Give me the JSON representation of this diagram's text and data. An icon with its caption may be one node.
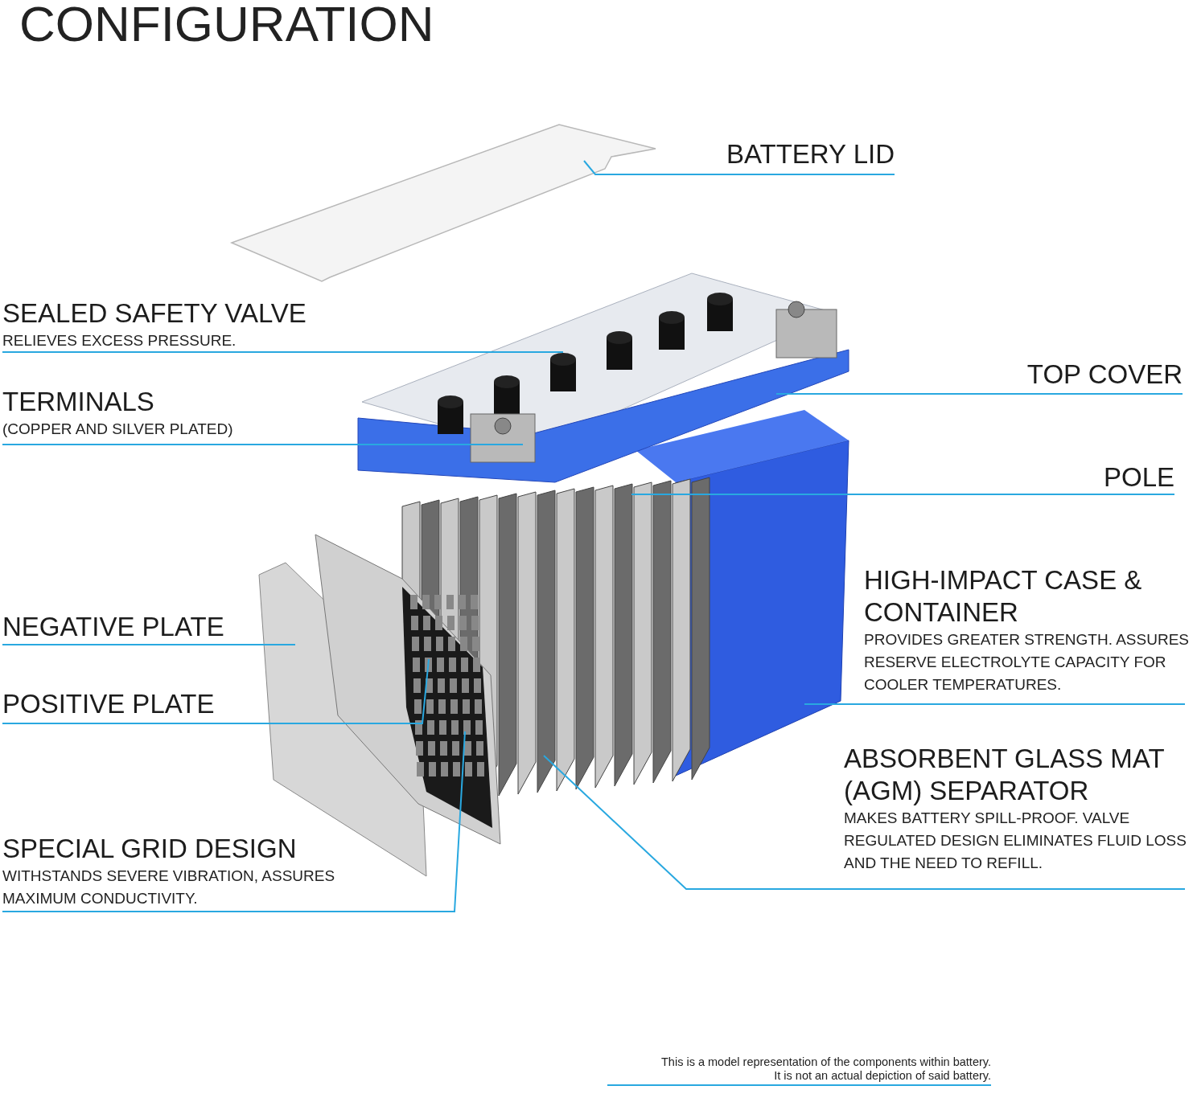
{
  "diagram": {
    "title": "CONFIGURATION",
    "nodes": [
      {
        "text": [
          "BATTERY LID"
        ]
      },
      {
        "text": [
          "SEALED SAFETY VALVE",
          "RELIEVES EXCESS PRESSURE."
        ]
      },
      {
        "text": [
          "TOP COVER"
        ]
      },
      {
        "text": [
          "TERMINALS",
          "(COPPER AND SILVER PLATED)"
        ]
      },
      {
        "text": [
          "POLE"
        ]
      },
      {
        "text": [
          "HIGH-IMPACT CASE & CONTAINER",
          "PROVIDES GREATER STRENGTH. ASSURES RESERVE ELECTROLYTE CAPACITY FOR COOLER TEMPERATURES."
        ]
      },
      {
        "text": [
          "NEGATIVE PLATE"
        ]
      },
      {
        "text": [
          "POSITIVE PLATE"
        ]
      },
      {
        "text": [
          "ABSORBENT GLASS MAT (AGM) SEPARATOR",
          "MAKES BATTERY SPILL-PROOF. VALVE REGULATED DESIGN ELIMINATES FLUID LOSS AND THE NEED TO REFILL."
        ]
      },
      {
        "text": [
          "SPECIAL GRID DESIGN",
          "WITHSTANDS SEVERE VIBRATION, ASSURES MAXIMUM CONDUCTIVITY."
        ]
      }
    ],
    "edges": [
      {
        "from": 0,
        "to": null,
        "arrow": "none"
      },
      {
        "from": 1,
        "to": null,
        "arrow": "none"
      },
      {
        "from": 2,
        "to": null,
        "arrow": "none"
      },
      {
        "from": 3,
        "to": null,
        "arrow": "none"
      },
      {
        "from": 4,
        "to": null,
        "arrow": "none"
      },
      {
        "from": 5,
        "to": null,
        "arrow": "none"
      },
      {
        "from": 6,
        "to": null,
        "arrow": "none"
      },
      {
        "from": 7,
        "to": null,
        "arrow": "none"
      },
      {
        "from": 8,
        "to": null,
        "arrow": "none"
      },
      {
        "from": 9,
        "to": null,
        "arrow": "none"
      }
    ],
    "labels": [
      "This is a model representation of the components within battery.",
      "It is not an actual depiction of said battery."
    ]
  }
}
